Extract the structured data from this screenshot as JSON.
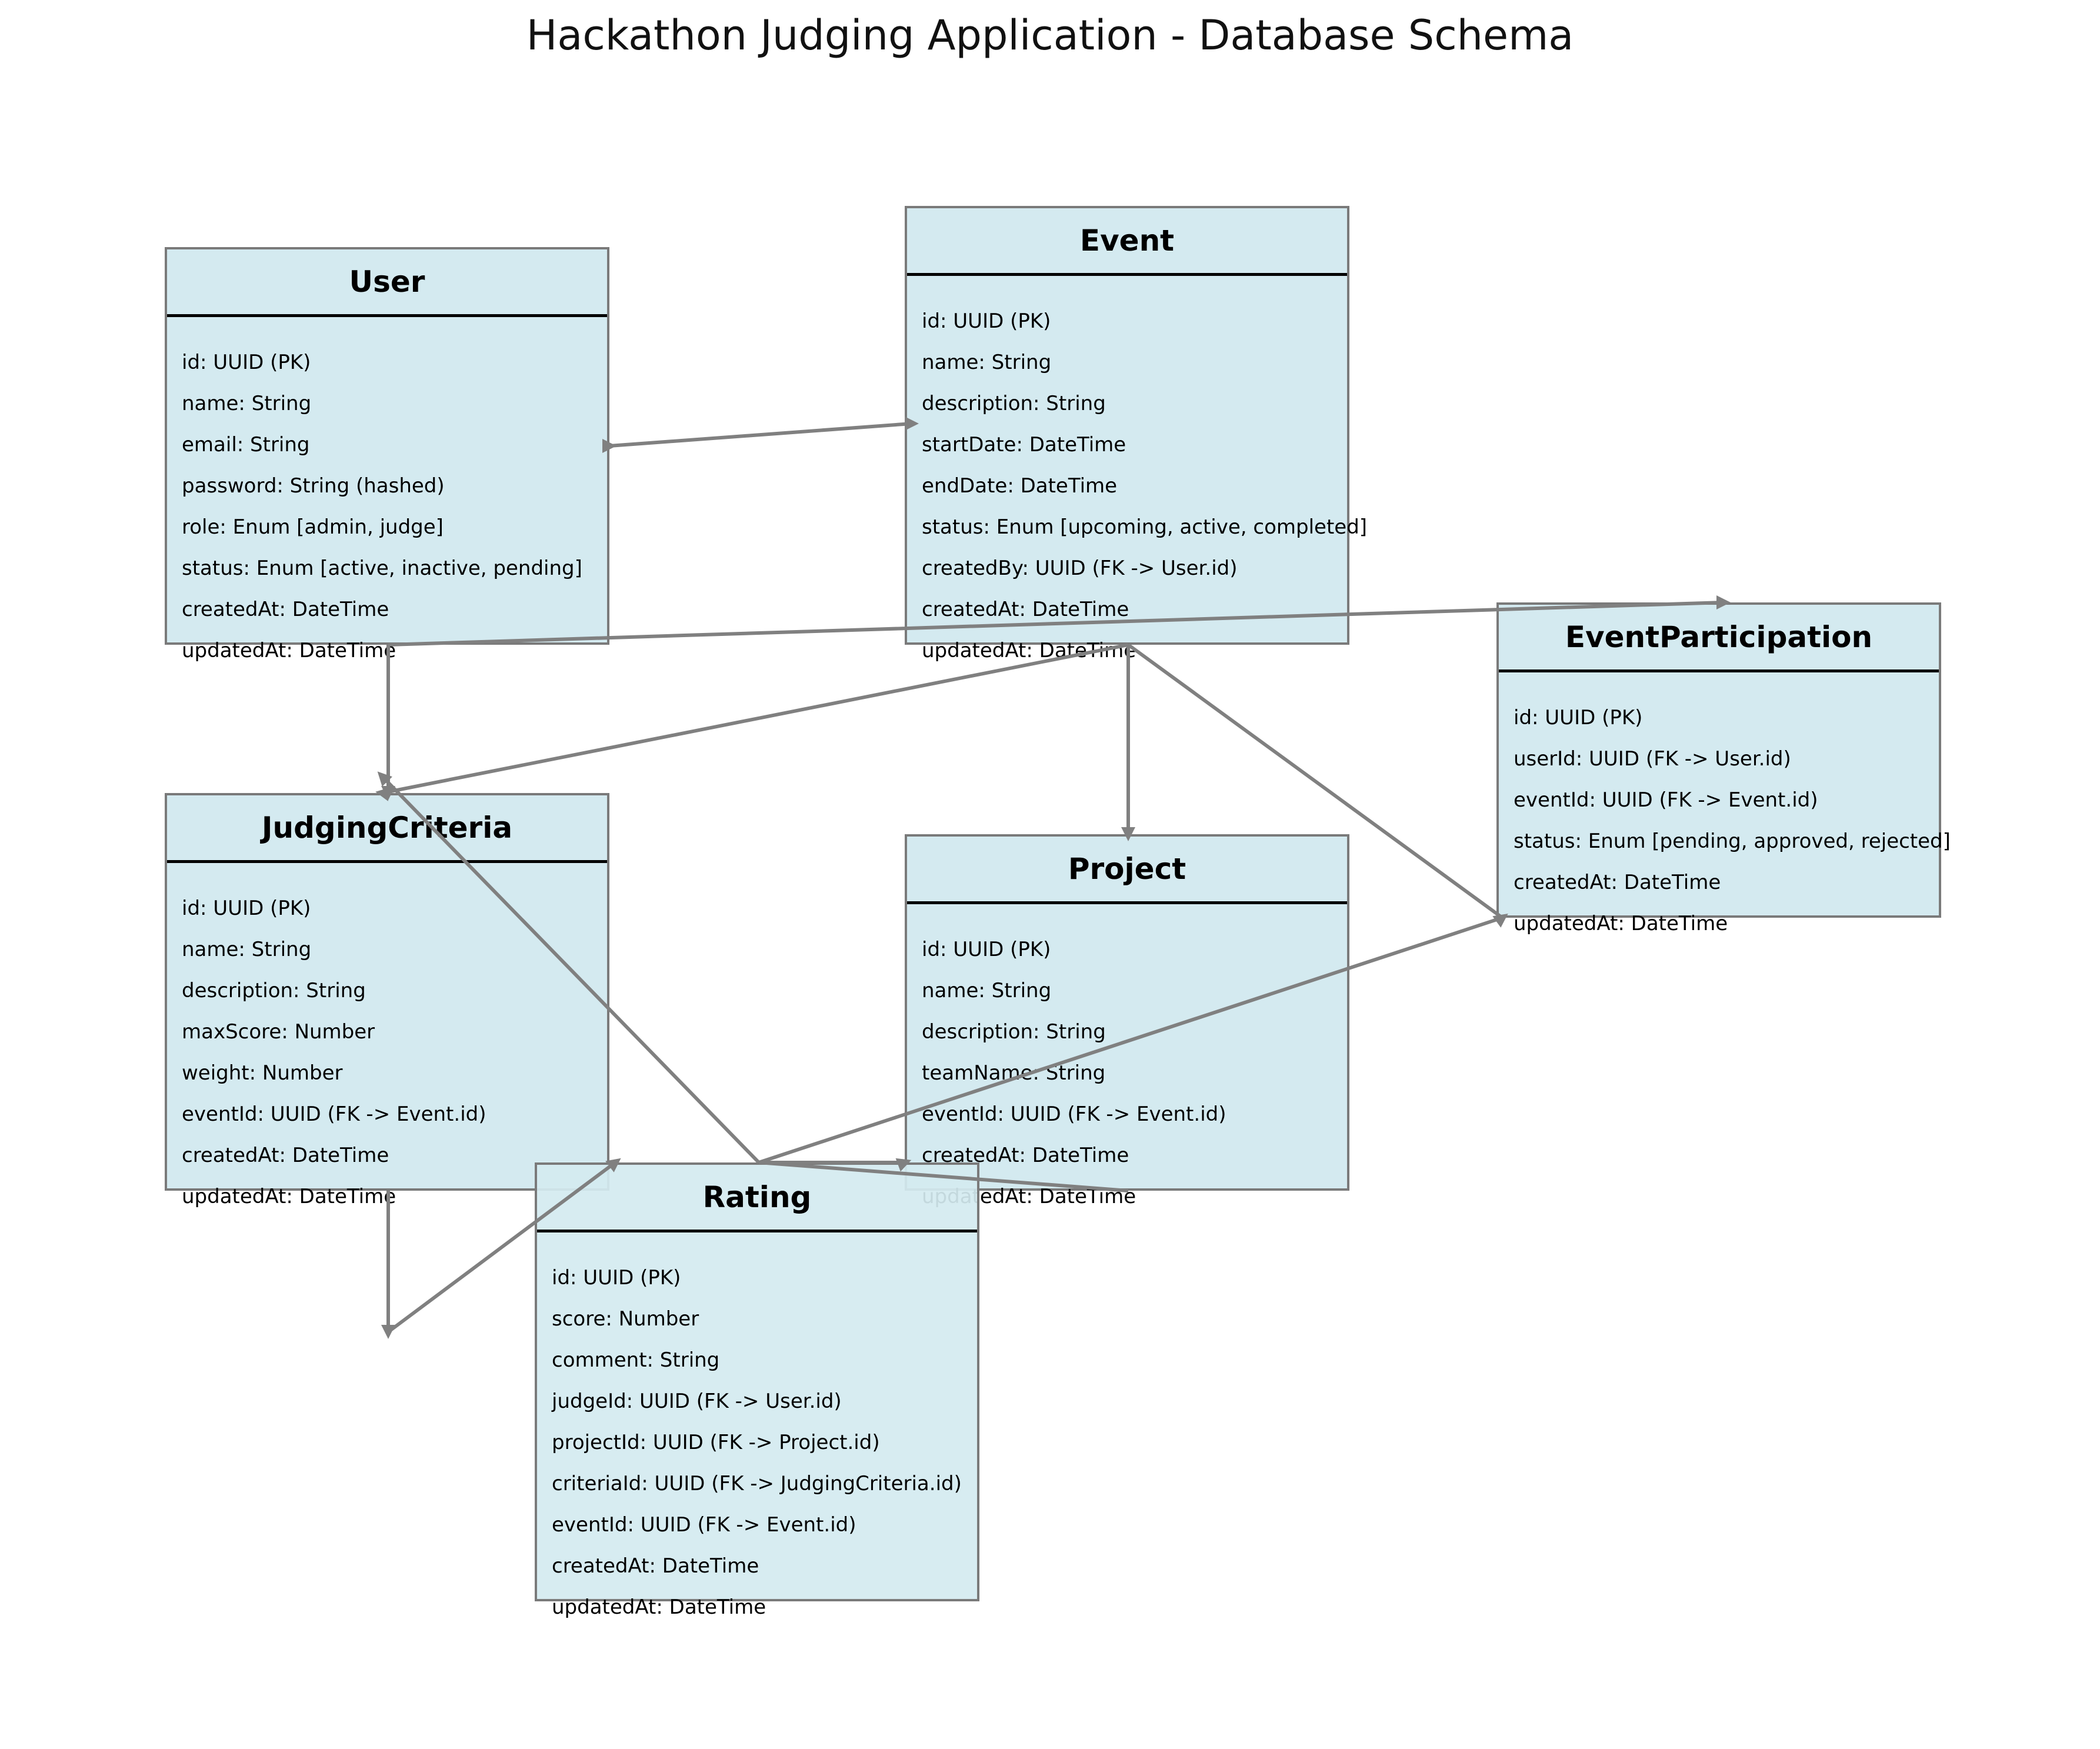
{
  "diagram": {
    "title": "Hackathon Judging Application - Database Schema",
    "entities": {
      "user": {
        "name": "User",
        "fields": [
          "id: UUID (PK)",
          "name: String",
          "email: String",
          "password: String (hashed)",
          "role: Enum [admin, judge]",
          "status: Enum [active, inactive, pending]",
          "createdAt: DateTime",
          "updatedAt: DateTime"
        ]
      },
      "event": {
        "name": "Event",
        "fields": [
          "id: UUID (PK)",
          "name: String",
          "description: String",
          "startDate: DateTime",
          "endDate: DateTime",
          "status: Enum [upcoming, active, completed]",
          "createdBy: UUID (FK -> User.id)",
          "createdAt: DateTime",
          "updatedAt: DateTime"
        ]
      },
      "event_participation": {
        "name": "EventParticipation",
        "fields": [
          "id: UUID (PK)",
          "userId: UUID (FK -> User.id)",
          "eventId: UUID (FK -> Event.id)",
          "status: Enum [pending, approved, rejected]",
          "createdAt: DateTime",
          "updatedAt: DateTime"
        ]
      },
      "judging_criteria": {
        "name": "JudgingCriteria",
        "fields": [
          "id: UUID (PK)",
          "name: String",
          "description: String",
          "maxScore: Number",
          "weight: Number",
          "eventId: UUID (FK -> Event.id)",
          "createdAt: DateTime",
          "updatedAt: DateTime"
        ]
      },
      "project": {
        "name": "Project",
        "fields": [
          "id: UUID (PK)",
          "name: String",
          "description: String",
          "teamName: String",
          "eventId: UUID (FK -> Event.id)",
          "createdAt: DateTime",
          "updatedAt: DateTime"
        ]
      },
      "rating": {
        "name": "Rating",
        "fields": [
          "id: UUID (PK)",
          "score: Number",
          "comment: String",
          "judgeId: UUID (FK -> User.id)",
          "projectId: UUID (FK -> Project.id)",
          "criteriaId: UUID (FK -> JudgingCriteria.id)",
          "eventId: UUID (FK -> Event.id)",
          "createdAt: DateTime",
          "updatedAt: DateTime"
        ]
      }
    },
    "colors": {
      "entity_fill": "#d4eaf0",
      "entity_border": "#7a7a7a",
      "header_divider": "#000000",
      "connector": "#808080"
    }
  }
}
